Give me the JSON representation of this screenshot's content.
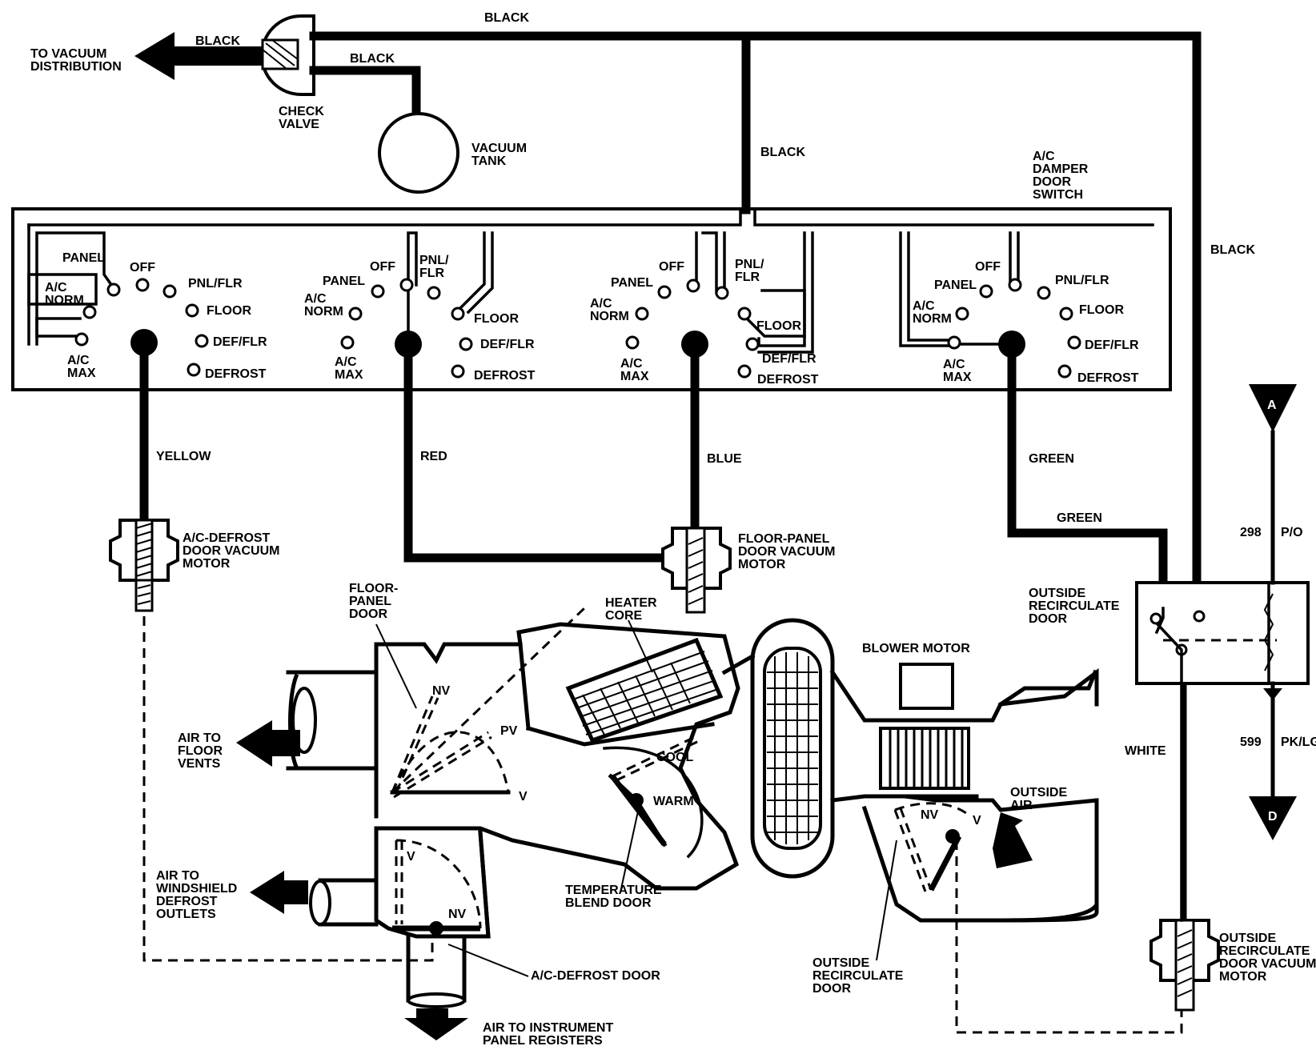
{
  "wires": {
    "black": "BLACK",
    "yellow": "YELLOW",
    "red": "RED",
    "blue": "BLUE",
    "green": "GREEN",
    "white": "WHITE"
  },
  "components": {
    "to_vacuum_distribution": "TO VACUUM\nDISTRIBUTION",
    "check_valve": "CHECK\nVALVE",
    "vacuum_tank": "VACUUM\nTANK",
    "damper_switch": "A/C\nDAMPER\nDOOR\nSWITCH",
    "ac_defrost_motor": "A/C-DEFROST\nDOOR VACUUM\nMOTOR",
    "floor_panel_motor": "FLOOR-PANEL\nDOOR VACUUM\nMOTOR",
    "outside_recirc_door_top": "OUTSIDE\nRECIRCULATE\nDOOR",
    "outside_recirc_motor": "OUTSIDE\nRECIRCULATE\nDOOR VACUUM\nMOTOR",
    "floor_panel_door": "FLOOR-\nPANEL\nDOOR",
    "heater_core": "HEATER\nCORE",
    "blower_motor": "BLOWER MOTOR",
    "air_floor": "AIR TO\nFLOOR\nVENTS",
    "air_windshield": "AIR TO\nWINDSHIELD\nDEFROST\nOUTLETS",
    "air_instrument": "AIR TO INSTRUMENT\nPANEL REGISTERS",
    "temp_blend_door": "TEMPERATURE\nBLEND DOOR",
    "ac_defrost_door": "A/C-DEFROST DOOR",
    "outside_recirc_door_bottom": "OUTSIDE\nRECIRCULATE\nDOOR",
    "outside_air": "OUTSIDE\nAIR"
  },
  "switch_positions": {
    "off": "OFF",
    "panel": "PANEL",
    "ac_norm": "A/C\nNORM",
    "ac_max": "A/C\nMAX",
    "pnl_flr": "PNL/FLR",
    "pnl_flr_stacked": "PNL/\nFLR",
    "floor": "FLOOR",
    "def_flr": "DEF/FLR",
    "defrost": "DEFROST"
  },
  "door_states": {
    "nv": "NV",
    "pv": "PV",
    "v": "V",
    "cool": "COOL",
    "warm": "WARM"
  },
  "connectors": {
    "a": "A",
    "d": "D",
    "c298": "298",
    "po": "P/O",
    "c599": "599",
    "pklg": "PK/LG"
  }
}
